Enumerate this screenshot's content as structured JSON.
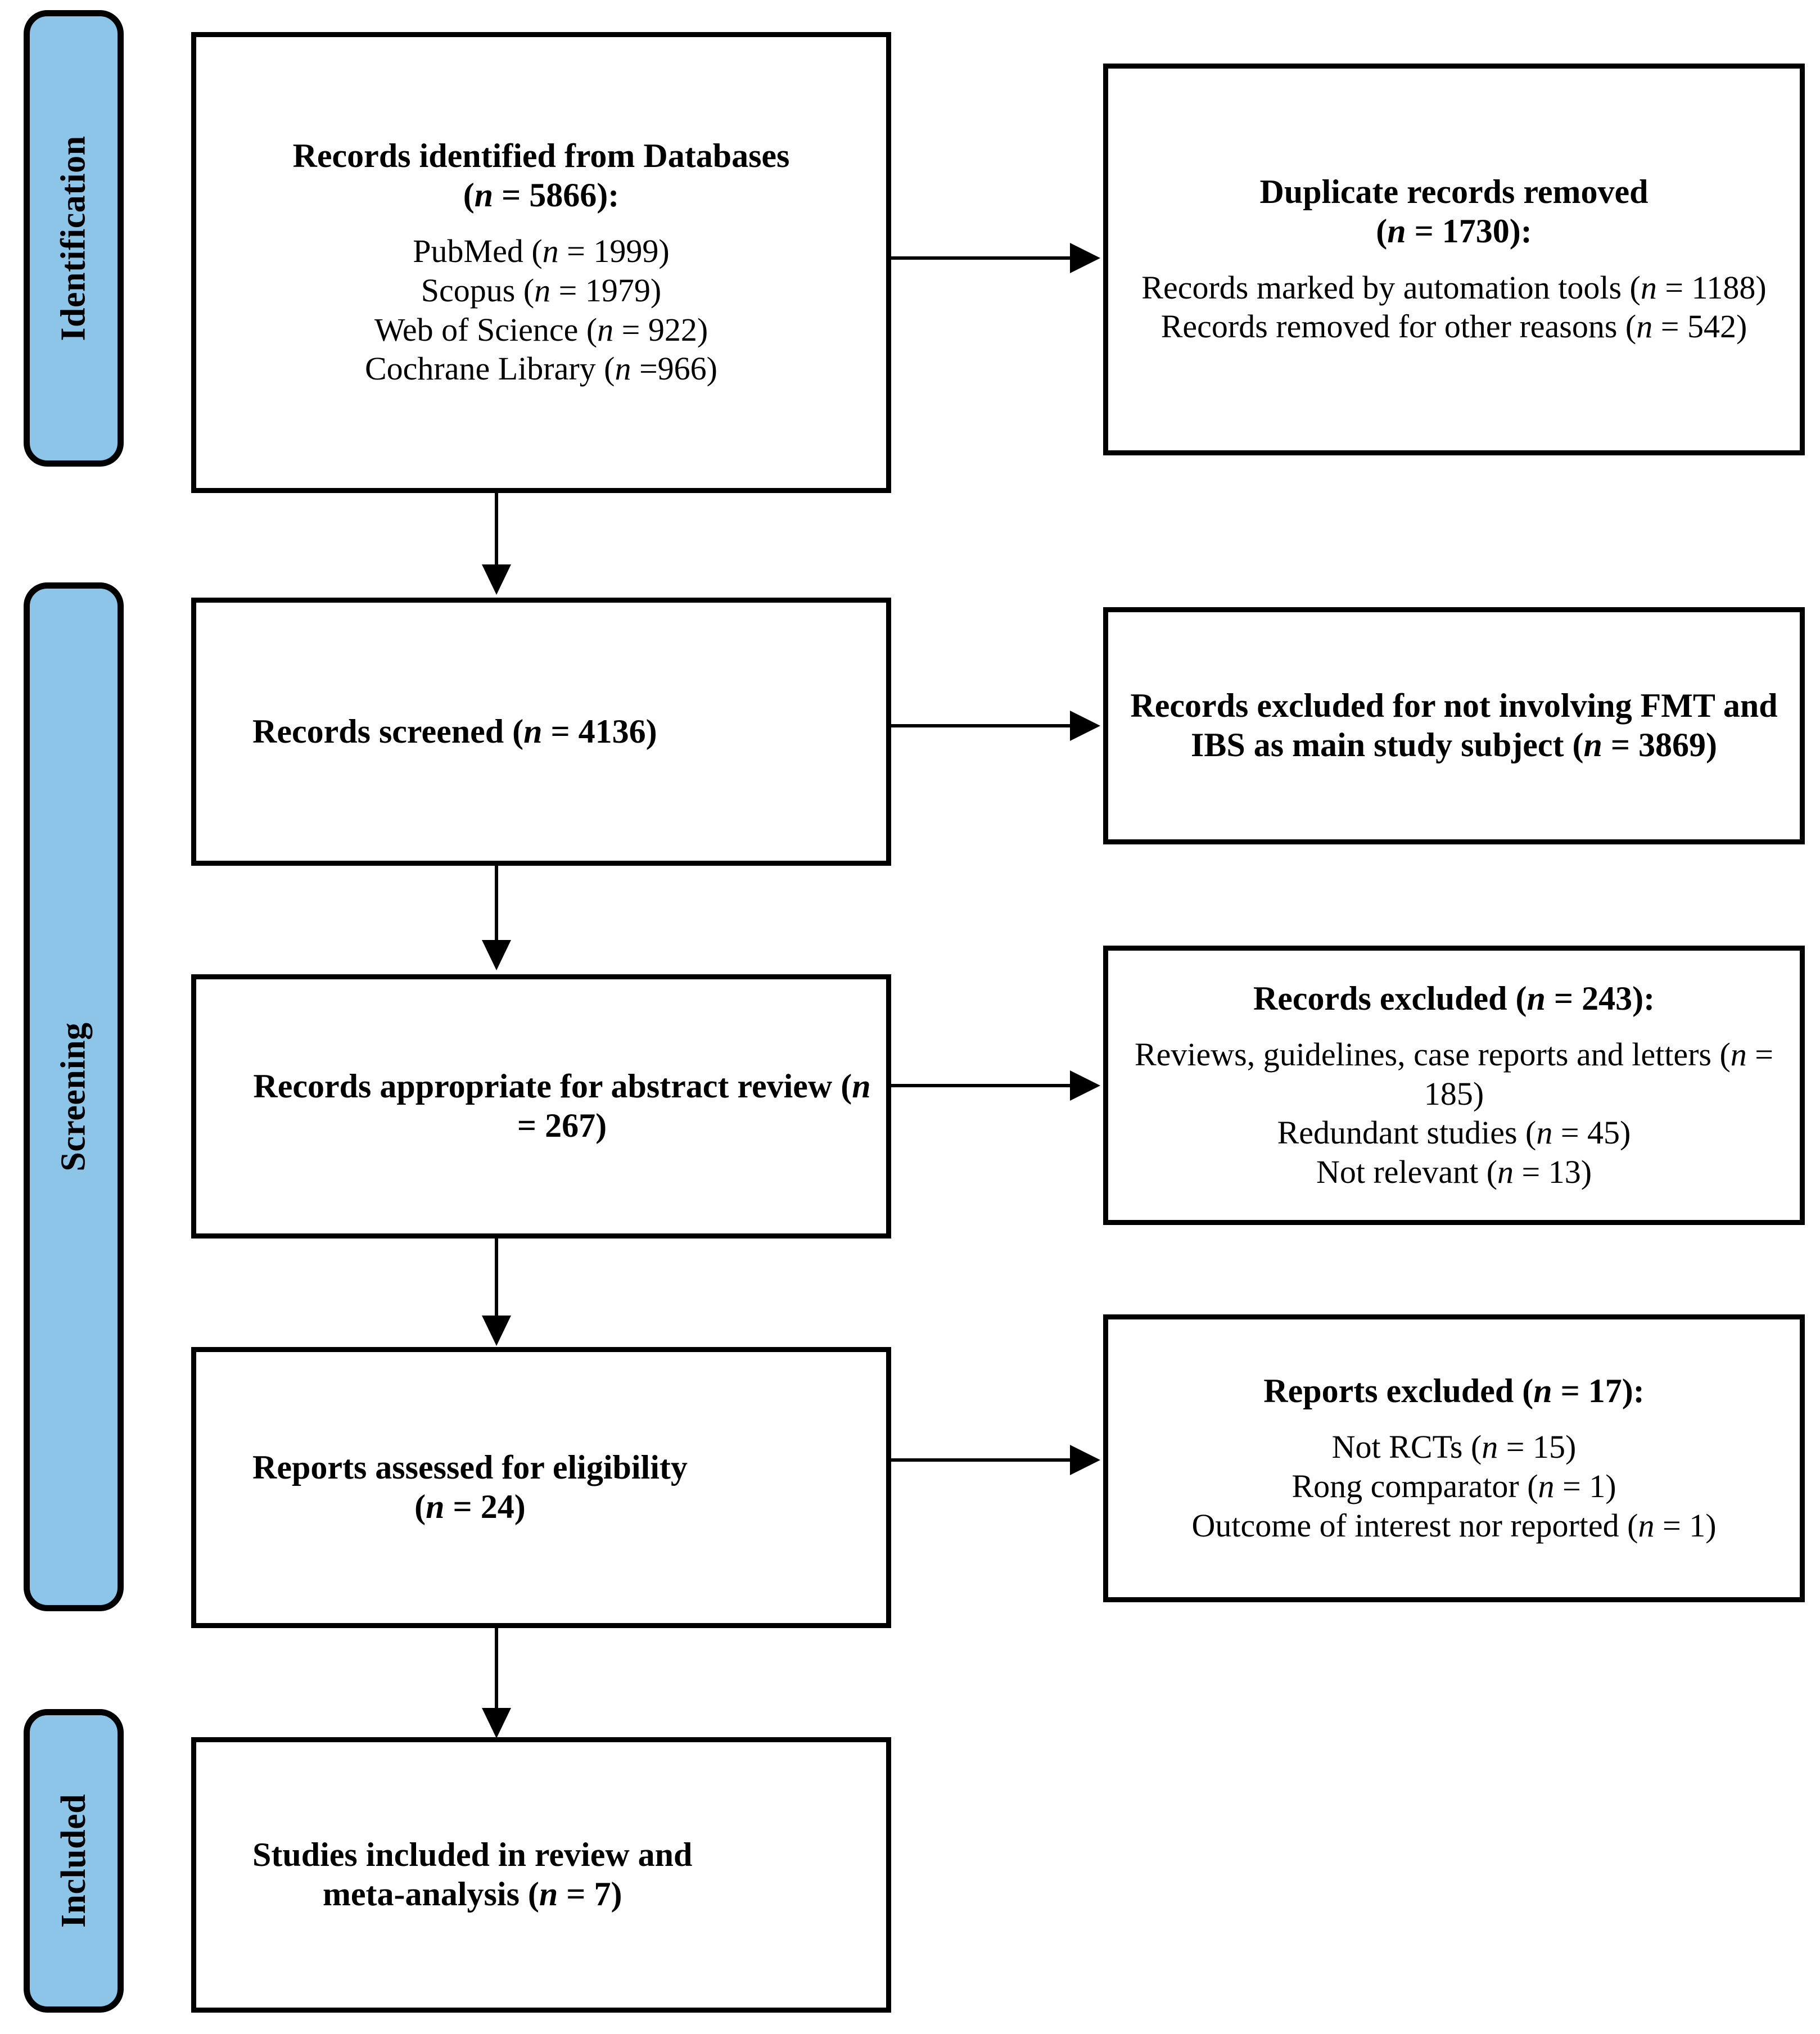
{
  "diagram": {
    "type": "prisma-flow-diagram",
    "accent_color": "#8CC5E8",
    "line_color": "#000000",
    "background": "#FFFFFF"
  },
  "stages": [
    {
      "id": "identification",
      "label": "Identification"
    },
    {
      "id": "screening",
      "label": "Screening"
    },
    {
      "id": "included",
      "label": "Included"
    }
  ],
  "boxes": {
    "identified": {
      "title_line1": "Records identified from Databases",
      "title_line2_pre": "(",
      "title_line2_n": "n",
      "title_line2_post": " = 5866):",
      "sources": [
        {
          "name": "PubMed",
          "n_label": "n",
          "n_value": " = 1999)"
        },
        {
          "name": "Scopus",
          "n_label": "n",
          "n_value": " = 1979)"
        },
        {
          "name": "Web of Science",
          "n_label": "n",
          "n_value": " = 922)"
        },
        {
          "name": "Cochrane Library",
          "n_label": "n",
          "n_value": " =966)"
        }
      ]
    },
    "duplicates": {
      "title_line1": "Duplicate records removed",
      "title_line2_pre": "(",
      "title_line2_n": "n",
      "title_line2_post": " = 1730):",
      "reasons": [
        {
          "text_pre": "Records marked by automation tools (",
          "n_label": "n",
          "text_post": " = 1188)"
        },
        {
          "text_pre": "Records removed for other reasons (",
          "n_label": "n",
          "text_post": " = 542)"
        }
      ]
    },
    "screened": {
      "text_pre": "Records screened (",
      "n_label": "n",
      "text_post": " = 4136)"
    },
    "screened_excluded": {
      "text_pre": "Records excluded for not involving FMT and IBS as main study subject (",
      "n_label": "n",
      "text_post": " = 3869)"
    },
    "abstract_review": {
      "text_pre": "Records appropriate for abstract review (",
      "n_label": "n",
      "text_post": " = 267)"
    },
    "abstract_excluded": {
      "title_pre": "Records excluded (",
      "title_n": "n",
      "title_post": " = 243):",
      "reasons": [
        {
          "text_pre": "Reviews, guidelines, case reports and letters (",
          "n_label": "n",
          "text_post": " = 185)"
        },
        {
          "text_pre": "Redundant studies (",
          "n_label": "n",
          "text_post": " = 45)"
        },
        {
          "text_pre": "Not relevant (",
          "n_label": "n",
          "text_post": " = 13)"
        }
      ]
    },
    "eligibility": {
      "text_line1": "Reports assessed for eligibility",
      "text_line2_pre": "(",
      "text_line2_n": "n",
      "text_line2_post": " = 24)"
    },
    "reports_excluded": {
      "title_pre": "Reports excluded (",
      "title_n": "n",
      "title_post": " = 17):",
      "reasons": [
        {
          "text_pre": "Not RCTs (",
          "n_label": "n",
          "text_post": " = 15)"
        },
        {
          "text_pre": "Rong comparator (",
          "n_label": "n",
          "text_post": " = 1)"
        },
        {
          "text_pre": "Outcome of interest nor reported (",
          "n_label": "n",
          "text_post": " = 1)"
        }
      ]
    },
    "included_studies": {
      "text_line1": "Studies included in review and",
      "text_line2_pre": "meta-analysis (",
      "text_line2_n": "n",
      "text_line2_post": " = 7)"
    }
  }
}
